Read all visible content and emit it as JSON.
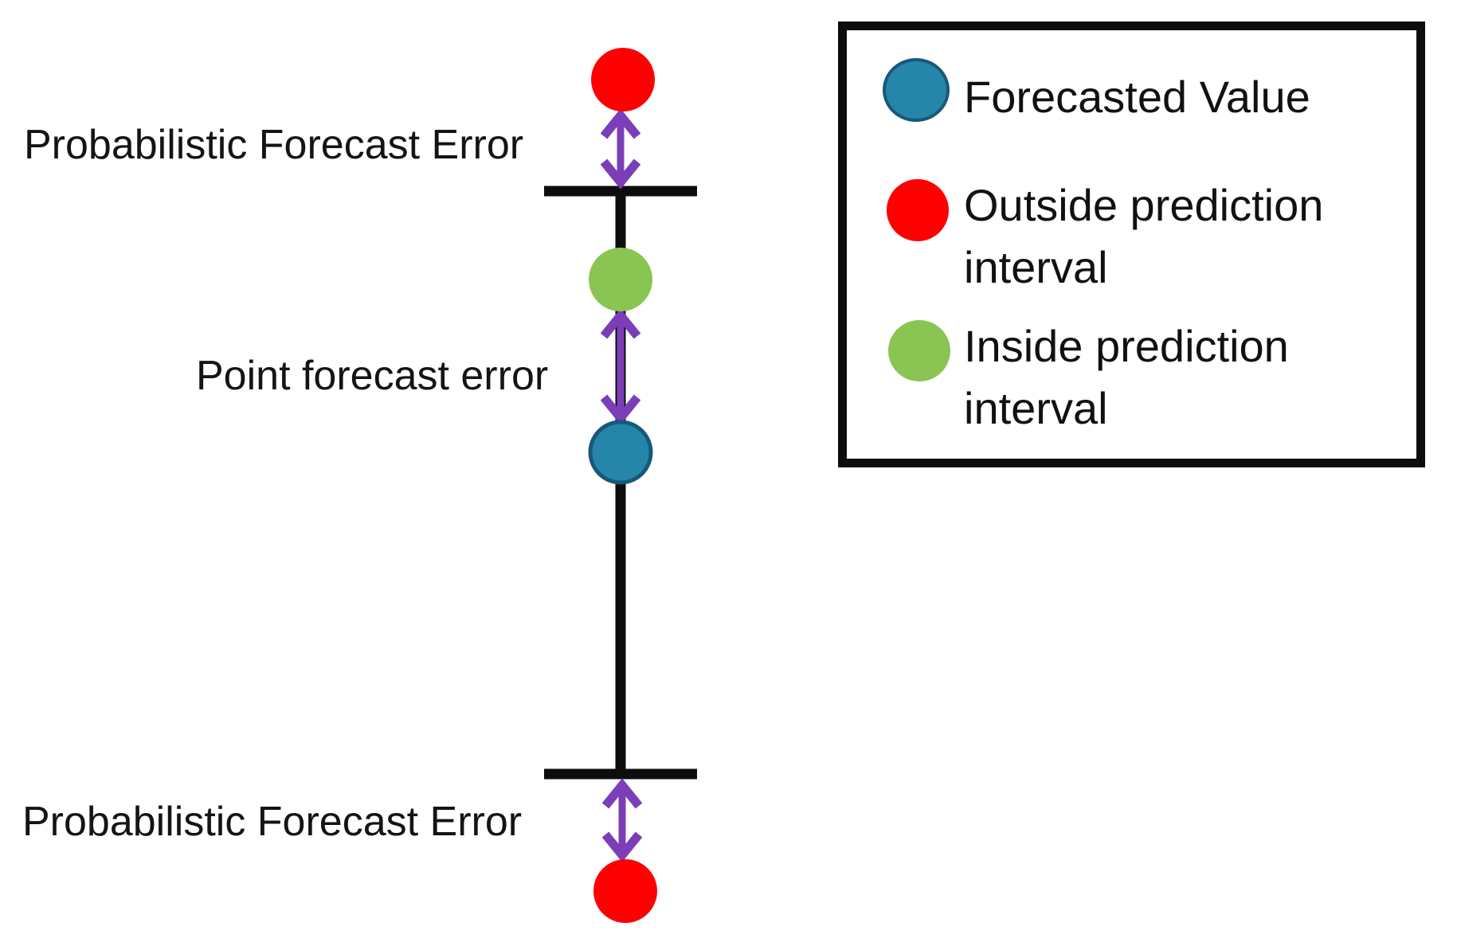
{
  "labels": {
    "top_error": "Probabilistic Forecast Error",
    "middle_error": "Point forecast error",
    "bottom_error": "Probabilistic Forecast Error"
  },
  "legend": {
    "items": [
      {
        "marker": "blue-circle",
        "color": "#2586aa",
        "line1": "Forecasted Value",
        "line2": ""
      },
      {
        "marker": "red-circle",
        "color": "#fe0000",
        "line1": "Outside prediction",
        "line2": "interval"
      },
      {
        "marker": "green-circle",
        "color": "#8ac553",
        "line1": "Inside prediction",
        "line2": "interval"
      }
    ]
  },
  "colors": {
    "forecasted_value": "#2586aa",
    "outside_prediction_interval": "#fe0000",
    "inside_prediction_interval": "#8ac553",
    "error_arrow": "#7b3eb8",
    "prediction_interval_line": "#0d0d0d"
  }
}
